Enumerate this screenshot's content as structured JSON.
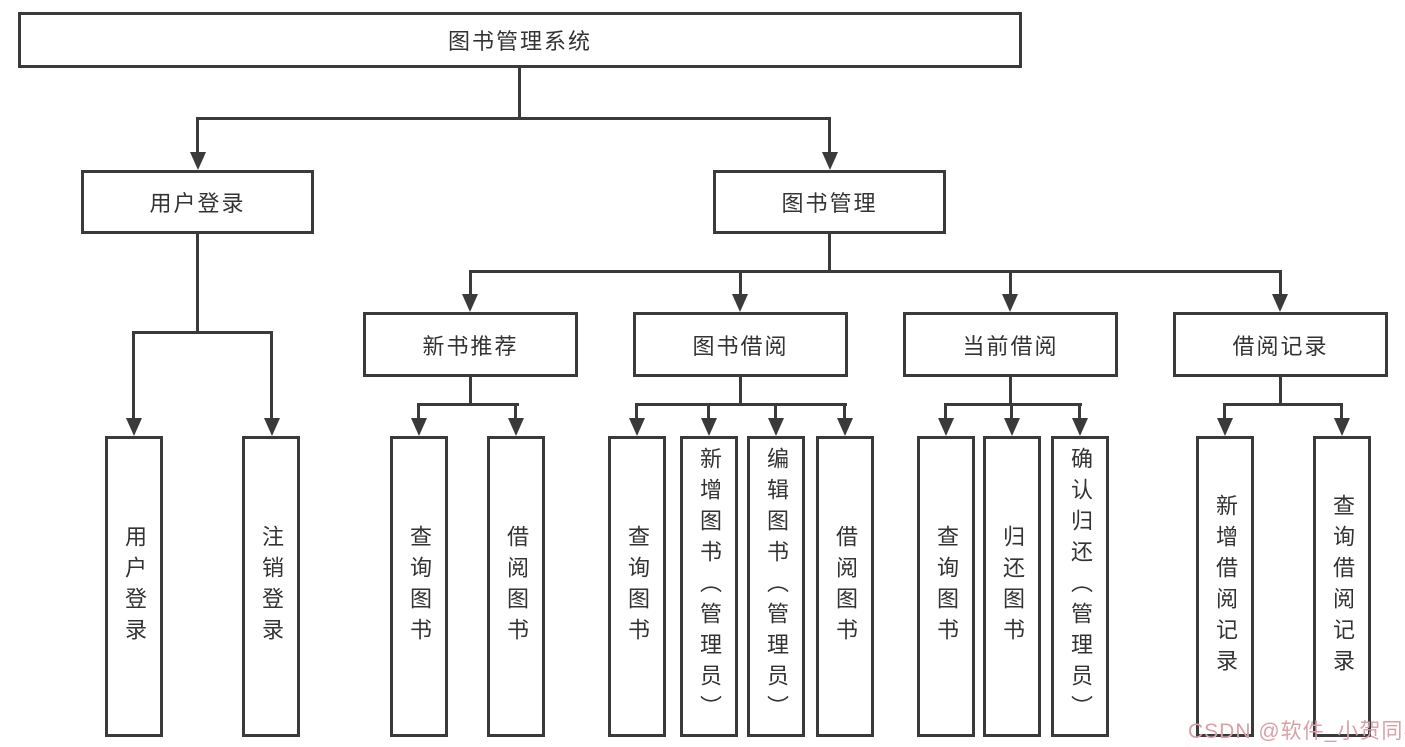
{
  "diagram": {
    "root": "图书管理系统",
    "level2": [
      {
        "label": "用户登录",
        "parent": "图书管理系统"
      },
      {
        "label": "图书管理",
        "parent": "图书管理系统"
      }
    ],
    "level3": [
      {
        "label": "新书推荐",
        "parent": "图书管理"
      },
      {
        "label": "图书借阅",
        "parent": "图书管理"
      },
      {
        "label": "当前借阅",
        "parent": "图书管理"
      },
      {
        "label": "借阅记录",
        "parent": "图书管理"
      }
    ],
    "leaves": [
      {
        "label": "用户登录",
        "parent": "用户登录"
      },
      {
        "label": "注销登录",
        "parent": "用户登录"
      },
      {
        "label": "查询图书",
        "parent": "新书推荐"
      },
      {
        "label": "借阅图书",
        "parent": "新书推荐"
      },
      {
        "label": "查询图书",
        "parent": "图书借阅"
      },
      {
        "label": "新增图书（管理员）",
        "parent": "图书借阅"
      },
      {
        "label": "编辑图书（管理员）",
        "parent": "图书借阅"
      },
      {
        "label": "借阅图书",
        "parent": "图书借阅"
      },
      {
        "label": "查询图书",
        "parent": "当前借阅"
      },
      {
        "label": "归还图书",
        "parent": "当前借阅"
      },
      {
        "label": "确认归还（管理员）",
        "parent": "当前借阅"
      },
      {
        "label": "新增借阅记录",
        "parent": "借阅记录"
      },
      {
        "label": "查询借阅记录",
        "parent": "借阅记录"
      }
    ]
  },
  "watermark": {
    "text": "CSDN @软件_小贺同学",
    "color": "#d9a0a8"
  },
  "colors": {
    "line": "#3a3a3a",
    "text": "#333333",
    "background": "#ffffff",
    "box_border": "#3a3a3a",
    "box_fill": "#ffffff"
  }
}
